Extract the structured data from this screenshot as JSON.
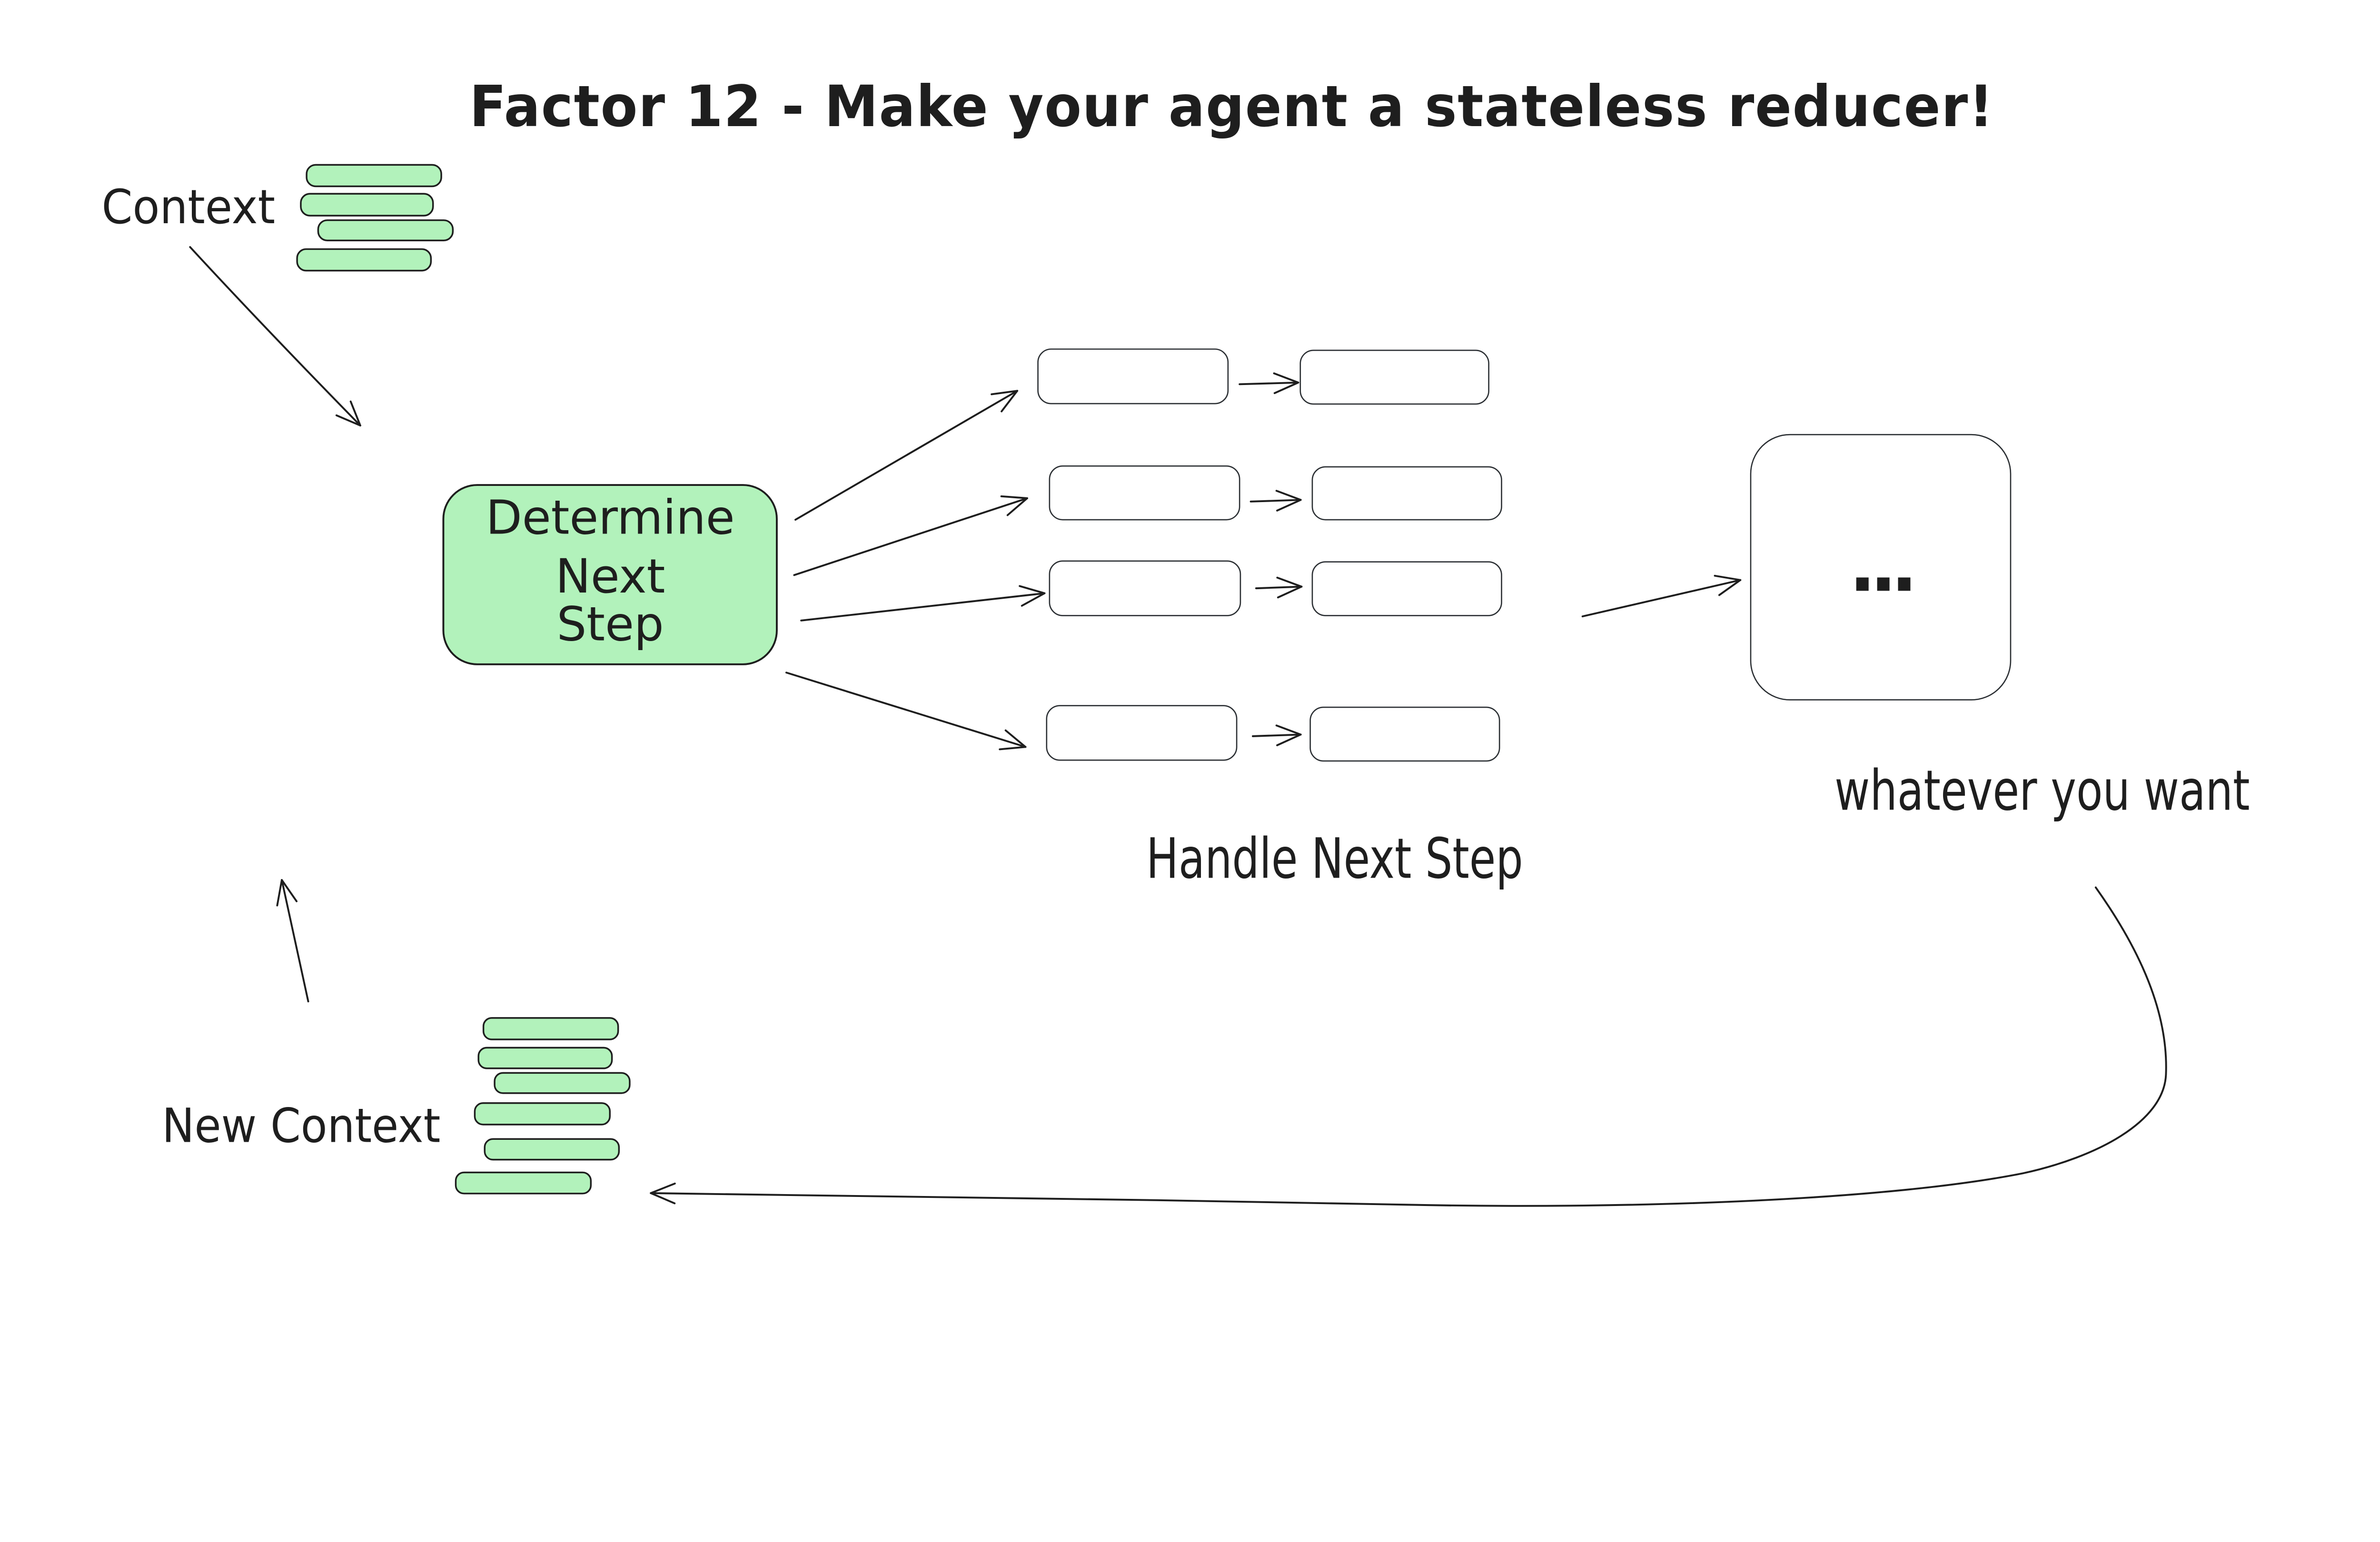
{
  "canvas": {
    "background": "#ffffff",
    "ink": "#1e1e1e"
  },
  "title": {
    "text": "Factor 12 - Make your agent a stateless reducer!",
    "color": "#1b74c5"
  },
  "context_stack": {
    "label": "Context",
    "bar_count": 4,
    "bar_fill": "#b2f2bb"
  },
  "determine_box": {
    "lines": [
      "Determine",
      "Next",
      "Step"
    ],
    "fill": "#b2f2bb"
  },
  "handle": {
    "label": "Handle Next Step",
    "row_count": 4,
    "box_fill": "#ffffff"
  },
  "output": {
    "box_text": "...",
    "label": "whatever you want"
  },
  "new_context_stack": {
    "label": "New Context",
    "bar_count": 6,
    "bar_fill": "#b2f2bb"
  }
}
